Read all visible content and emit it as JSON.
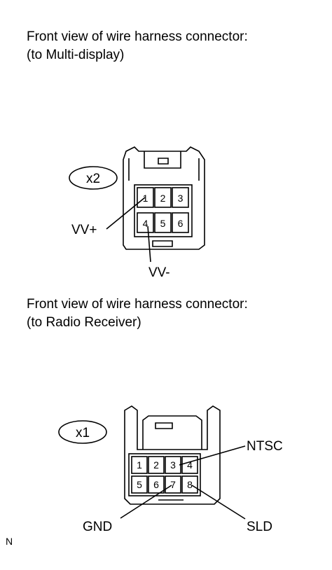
{
  "connector_a": {
    "caption_line1": "Front view of wire harness connector:",
    "caption_line2": "(to Multi-display)",
    "id_label": "x2",
    "pins": [
      "1",
      "2",
      "3",
      "4",
      "5",
      "6"
    ],
    "callouts": {
      "vv_plus": "VV+",
      "vv_minus": "VV-"
    }
  },
  "connector_b": {
    "caption_line1": "Front view of wire harness connector:",
    "caption_line2": "(to Radio Receiver)",
    "id_label": "x1",
    "pins": [
      "1",
      "2",
      "3",
      "4",
      "5",
      "6",
      "7",
      "8"
    ],
    "callouts": {
      "ntsc": "NTSC",
      "gnd": "GND",
      "sld": "SLD"
    }
  },
  "footnote": "N"
}
